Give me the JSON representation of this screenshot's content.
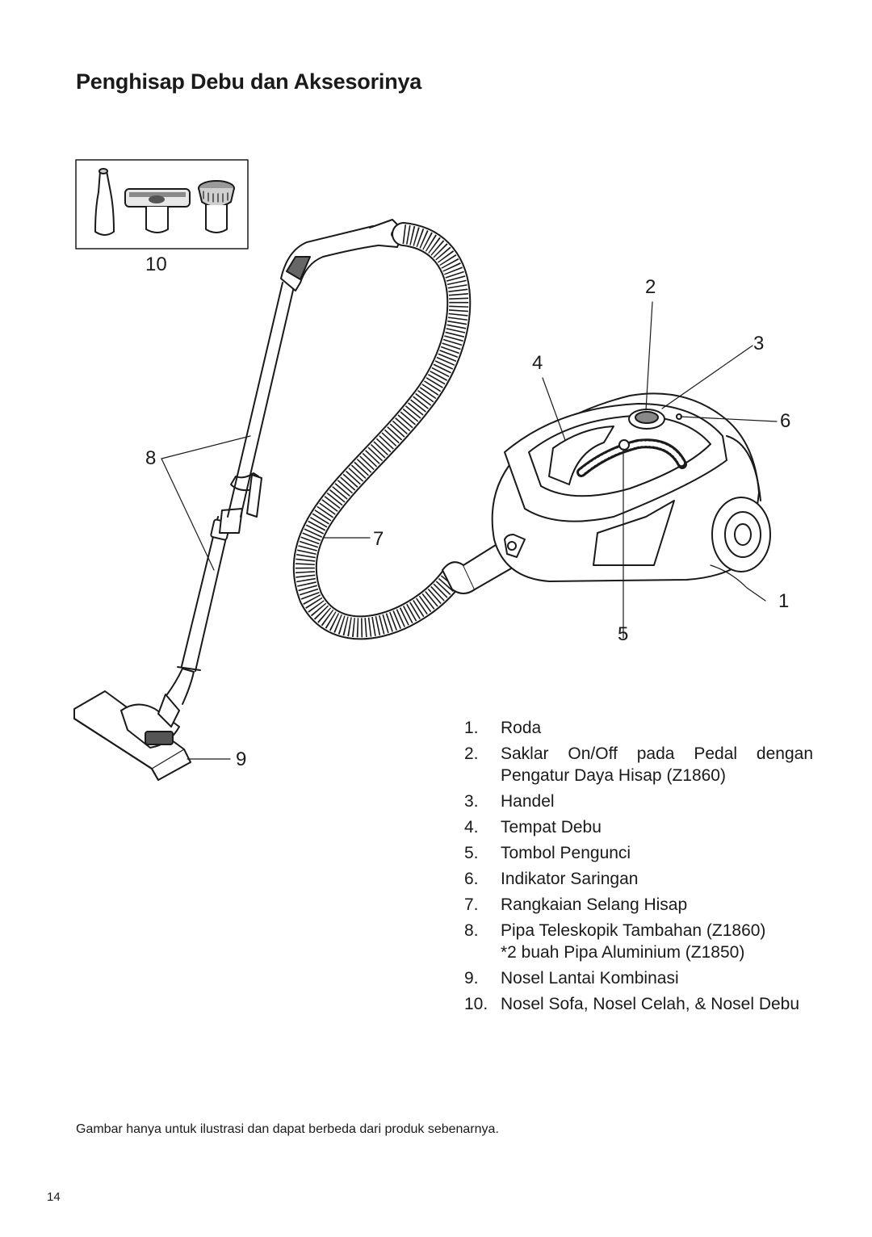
{
  "page": {
    "title": "Penghisap Debu dan Aksesorinya",
    "footnote": "Gambar hanya untuk ilustrasi dan dapat berbeda dari produk sebenarnya.",
    "page_number": "14"
  },
  "figure": {
    "callouts": [
      "1",
      "2",
      "3",
      "4",
      "5",
      "6",
      "7",
      "8",
      "9",
      "10"
    ]
  },
  "legend": {
    "items": [
      {
        "num": "1.",
        "text": "Roda"
      },
      {
        "num": "2.",
        "text": "Saklar On/Off pada Pedal dengan Pengatur Daya Hisap (Z1860)"
      },
      {
        "num": "3.",
        "text": "Handel"
      },
      {
        "num": "4.",
        "text": "Tempat Debu"
      },
      {
        "num": "5.",
        "text": "Tombol Pengunci"
      },
      {
        "num": "6.",
        "text": "Indikator Saringan"
      },
      {
        "num": "7.",
        "text": "Rangkaian Selang Hisap"
      },
      {
        "num": "8.",
        "text": "Pipa Teleskopik Tambahan (Z1860)",
        "subtext": "*2 buah Pipa Aluminium (Z1850)"
      },
      {
        "num": "9.",
        "text": "Nosel Lantai Kombinasi"
      },
      {
        "num": "10.",
        "text": "Nosel Sofa, Nosel Celah, & Nosel Debu"
      }
    ]
  }
}
